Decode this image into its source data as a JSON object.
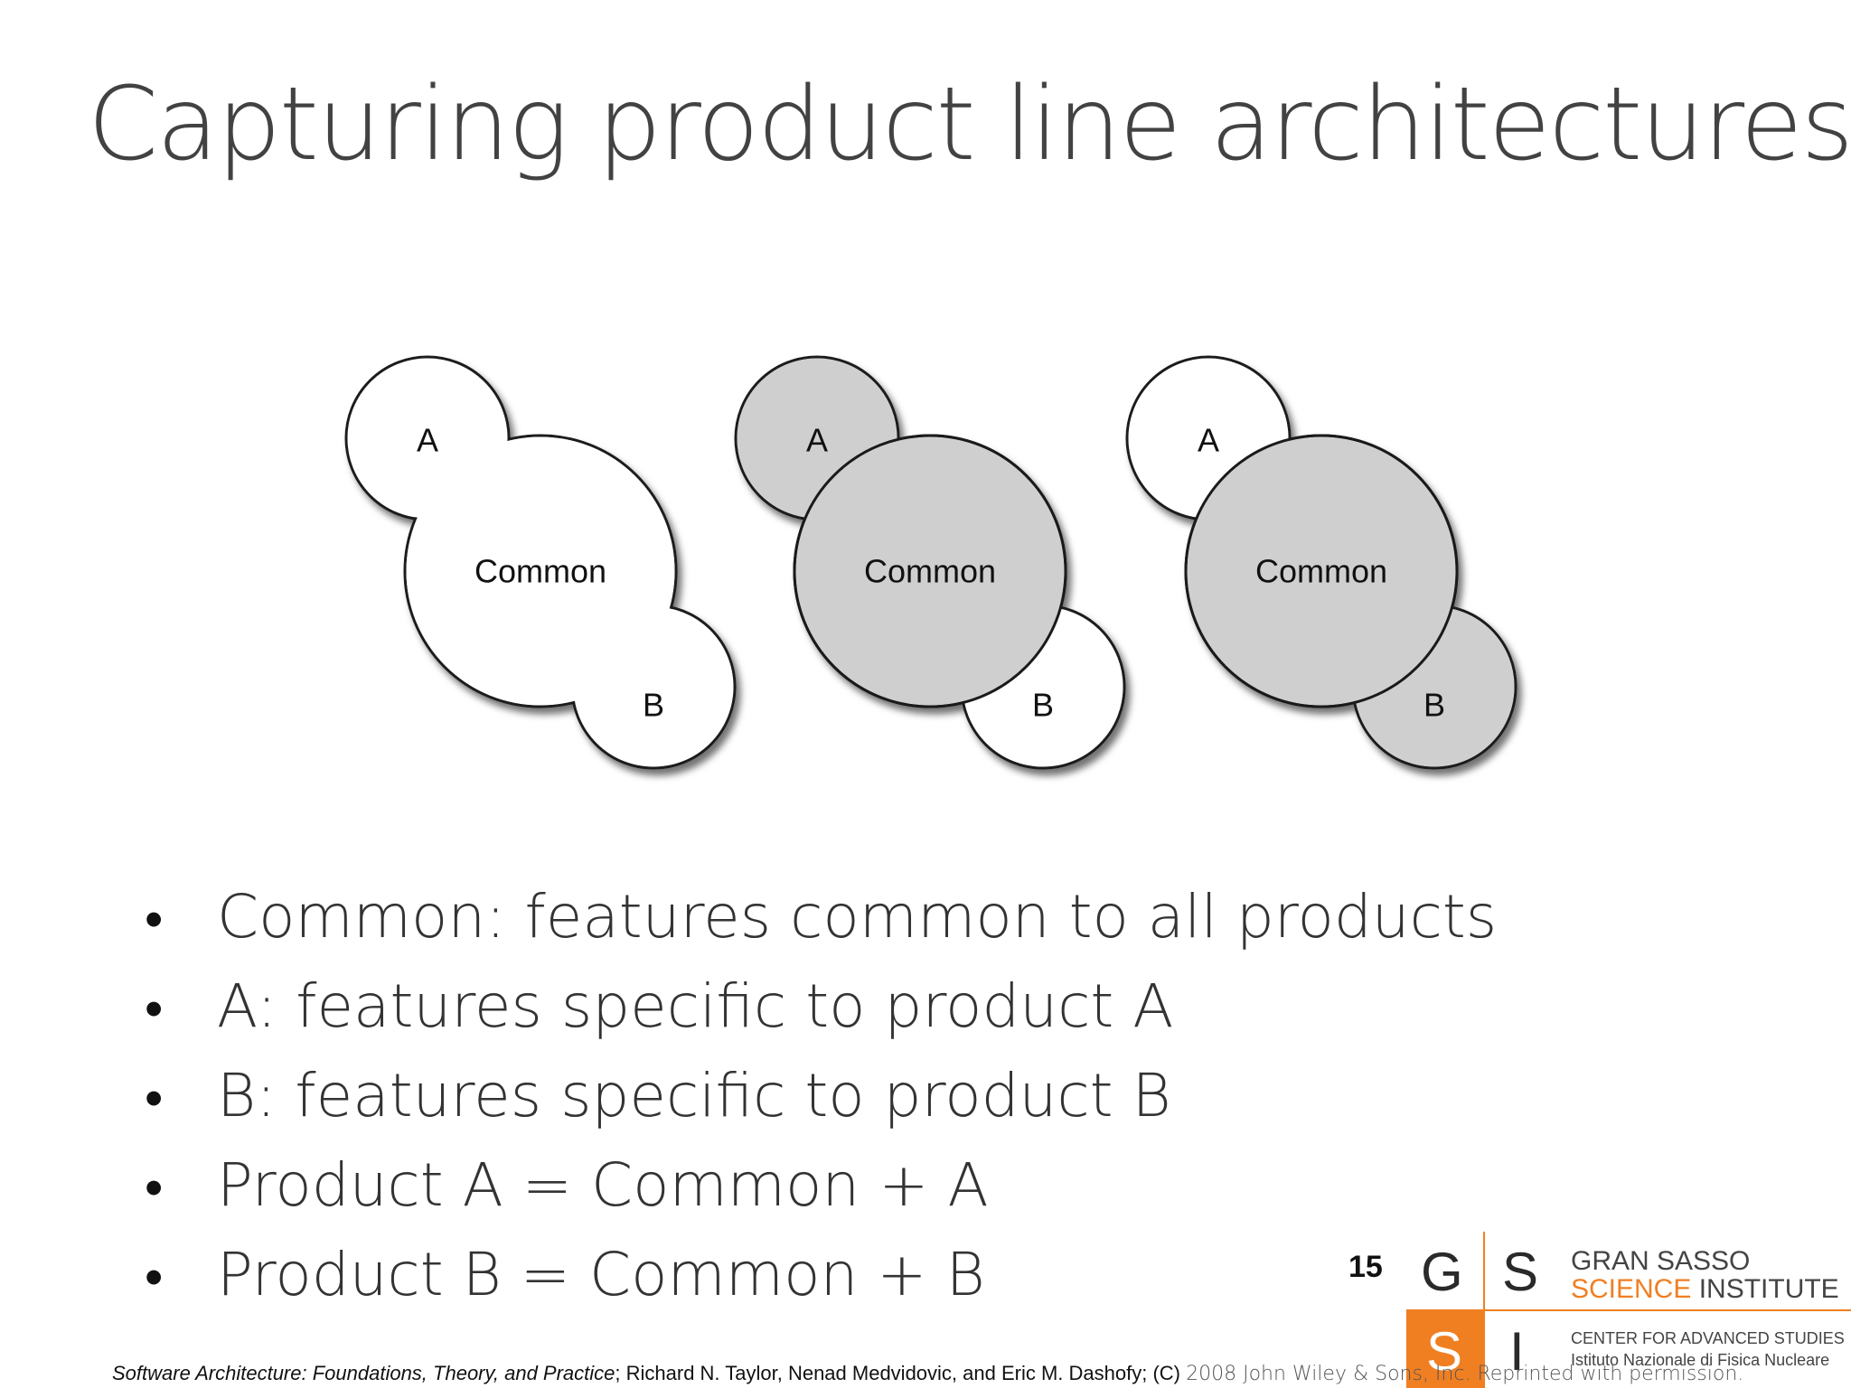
{
  "slide": {
    "title": "Capturing product line architectures",
    "page_number": "15"
  },
  "diagram": {
    "groups": [
      {
        "a": {
          "label": "A",
          "highlighted": false
        },
        "common": {
          "label": "Common",
          "highlighted": false
        },
        "b": {
          "label": "B",
          "highlighted": false
        }
      },
      {
        "a": {
          "label": "A",
          "highlighted": true
        },
        "common": {
          "label": "Common",
          "highlighted": true
        },
        "b": {
          "label": "B",
          "highlighted": false
        }
      },
      {
        "a": {
          "label": "A",
          "highlighted": false
        },
        "common": {
          "label": "Common",
          "highlighted": true
        },
        "b": {
          "label": "B",
          "highlighted": true
        }
      }
    ],
    "colors": {
      "highlight_fill": "#cfcfcf",
      "plain_fill": "#ffffff",
      "stroke": "#1a1a1a"
    }
  },
  "bullets": [
    "Common: features common to all products",
    "A: features specific to product A",
    "B: features specific to product B",
    "Product A = Common + A",
    "Product B = Common + B"
  ],
  "logo": {
    "letters": [
      "G",
      "S",
      "S",
      "I"
    ],
    "line1": "GRAN SASSO",
    "line2_accent": "SCIENCE",
    "line2_rest": " INSTITUTE",
    "line3": "CENTER FOR ADVANCED STUDIES",
    "line4": "Istituto Nazionale di Fisica Nucleare",
    "accent_color": "#f07f22"
  },
  "citation": {
    "book_title": "Software Architecture: Foundations, Theory, and Practice",
    "authors": "; Richard N. Taylor, Nenad Medvidovic, and Eric M. Dashofy; (C) ",
    "rights": "2008 John Wiley & Sons, Inc. Reprinted with permission."
  }
}
